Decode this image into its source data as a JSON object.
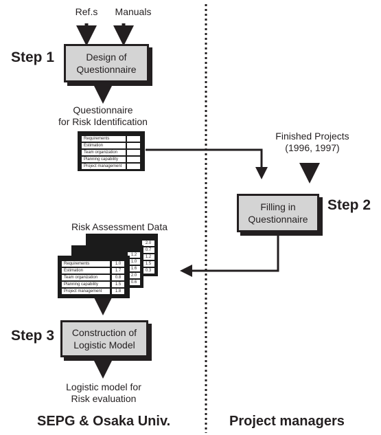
{
  "inputs": {
    "refs": "Ref.s",
    "manuals": "Manuals",
    "finished_projects": "Finished Projects\n(1996, 1997)"
  },
  "steps": {
    "step1": {
      "label": "Step 1",
      "box": "Design of\nQuestionnaire"
    },
    "step2": {
      "label": "Step 2",
      "box": "Filling in\nQuestionnaire"
    },
    "step3": {
      "label": "Step 3",
      "box": "Construction of\nLogistic Model"
    }
  },
  "questionnaire": {
    "caption": "Questionnaire\nfor Risk Identification",
    "items": [
      "Requirements",
      "Estimation",
      "Team organization",
      "Planning capability",
      "Project management"
    ]
  },
  "risk_data": {
    "caption": "Risk Assessment Data",
    "front_values": [
      "1.0",
      "1.7",
      "0.8",
      "1.5",
      "1.8"
    ],
    "middle_values": [
      "1.2",
      "1.0",
      "1.6",
      "2.0",
      "0.6"
    ],
    "back_values": [
      "2.0",
      "0.7",
      "1.2",
      "1.5",
      "0.3"
    ]
  },
  "output": {
    "caption": "Logistic model for\nRisk evaluation"
  },
  "footer": {
    "left": "SEPG & Osaka Univ.",
    "right": "Project managers"
  },
  "colors": {
    "ink": "#231f20",
    "box_fill": "#d4d4d4"
  }
}
